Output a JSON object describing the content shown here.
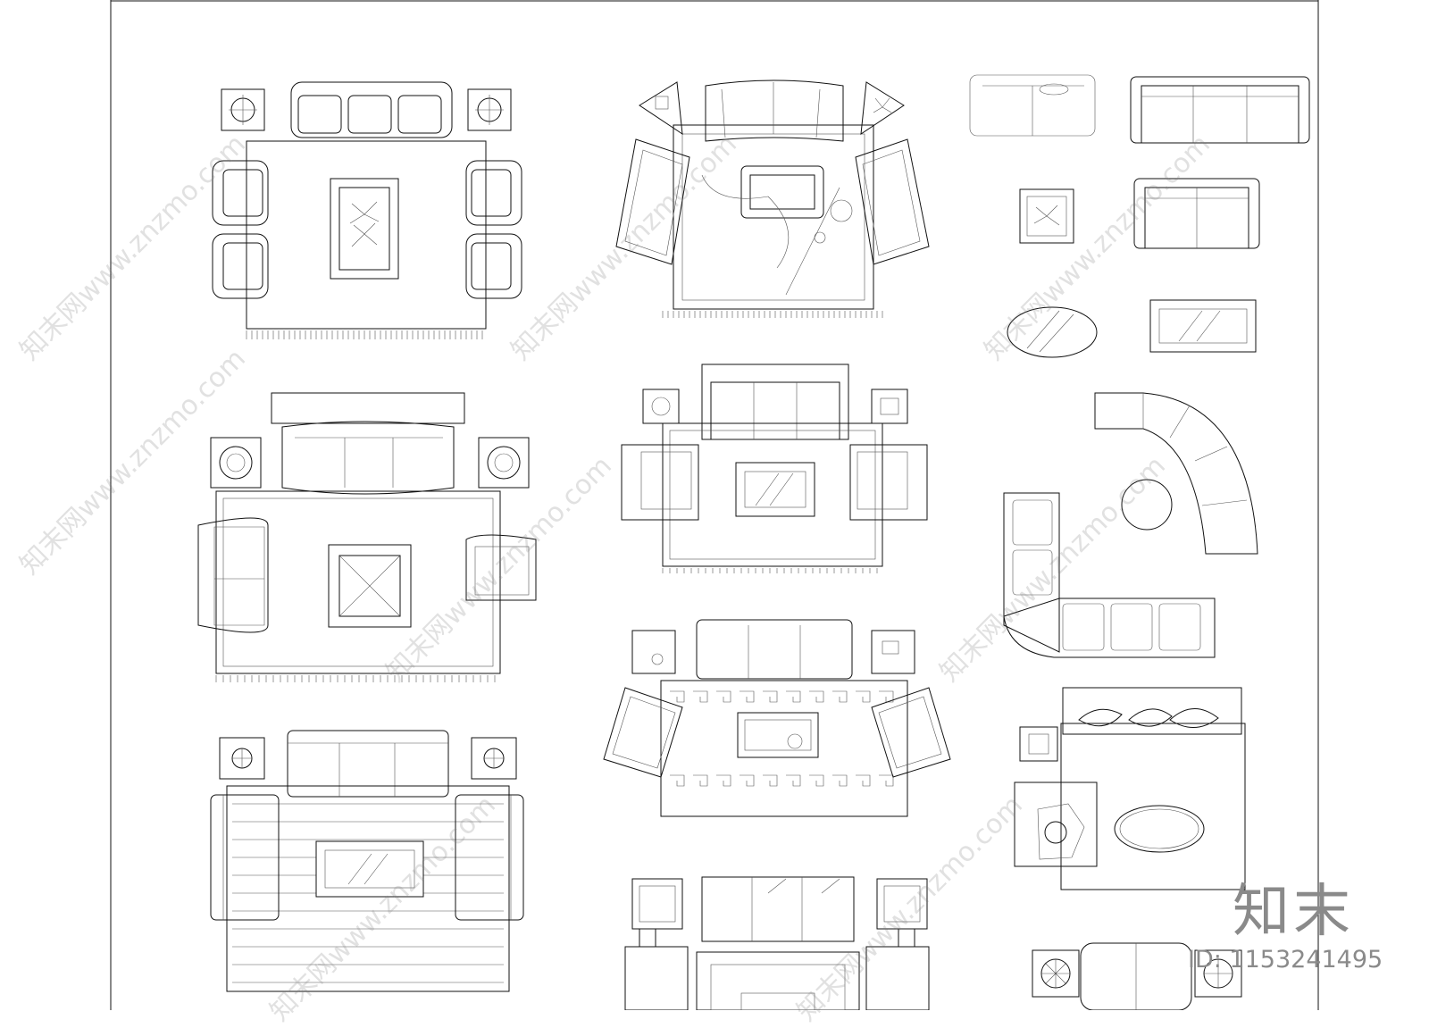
{
  "branding": {
    "logo_text": "知末",
    "image_id": "ID: 1153241495",
    "watermark_text": "知末网www.znzmo.com"
  },
  "colors": {
    "line": "#111111",
    "watermark": "#8a8a8a",
    "background": "#ffffff"
  }
}
